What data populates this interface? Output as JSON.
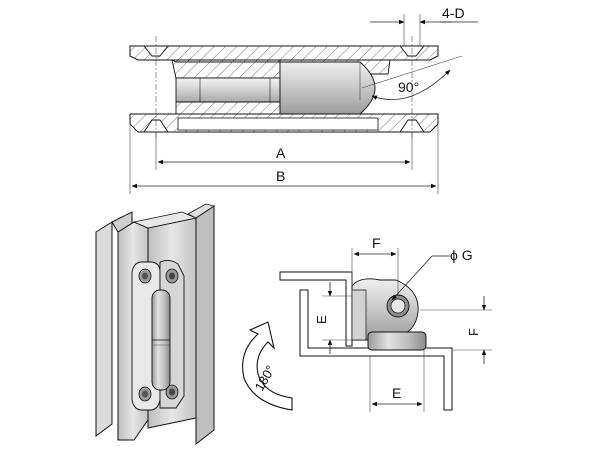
{
  "labels": {
    "four_d": "4-D",
    "ninety": "90°",
    "dim_a": "A",
    "dim_b": "B",
    "dim_f_top": "F",
    "phi_g": "ϕ G",
    "dim_e_left": "E",
    "dim_f_right": "F",
    "dim_e_bottom": "E",
    "one_eighty": "180°"
  },
  "colors": {
    "line": "#111111",
    "hatch": "#555555",
    "metal_light": "#d9d9d9",
    "metal_mid": "#bdbdbd",
    "metal_dark": "#8e8e8e"
  }
}
